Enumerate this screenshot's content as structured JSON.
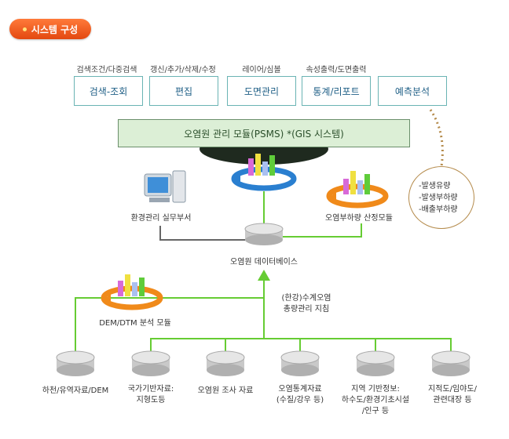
{
  "title": "시스템 구성",
  "functions": [
    {
      "caption": "검색조건/다중검색",
      "button": "검색-조회"
    },
    {
      "caption": "갱신/추가/삭제/수정",
      "button": "편집"
    },
    {
      "caption": "레이어/심볼",
      "button": "도면관리"
    },
    {
      "caption": "속성출력/도면출력",
      "button": "통계/리포트"
    },
    {
      "caption": "",
      "button": "예측분석"
    }
  ],
  "psms_label": "오염원 관리 모듈(PSMS) *(GIS 시스템)",
  "forecast_items": [
    "-발생유량",
    "-발생부하량",
    "-배출부하량"
  ],
  "nodes": {
    "env_dept": "환경관리 실무부서",
    "load_module": "오염부하량 산정모듈",
    "database": "오염원 데이터베이스",
    "dem_module": "DEM/DTM 분석 모듈",
    "policy": [
      "(한강)수계오염",
      "총량관리 지침"
    ]
  },
  "sources": [
    [
      "하천/유역자료/DEM"
    ],
    [
      "국가기반자료:",
      "지형도등"
    ],
    [
      "오염원 조사 자료"
    ],
    [
      "오염통계자료",
      "(수질/강우 등)"
    ],
    [
      "지역 기반정보:",
      "하수도/환경기초시설",
      "/인구 등"
    ],
    [
      "지적도/임야도/",
      "관련대장 등"
    ]
  ],
  "colors": {
    "accent": "#e34810",
    "line": "#66cc33",
    "button_text": "#1f5f86",
    "psms_bg": "#dcefd6"
  }
}
